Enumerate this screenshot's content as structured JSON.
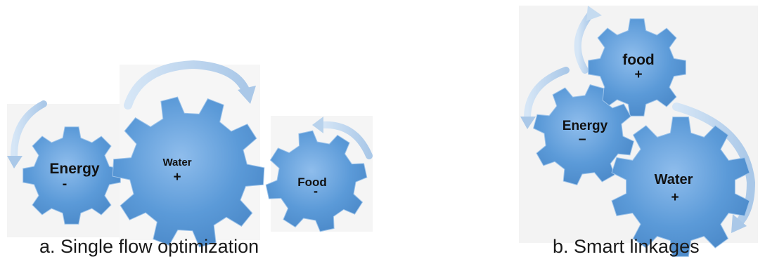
{
  "panel_a": {
    "gears": [
      {
        "label": "Energy",
        "sign": "-"
      },
      {
        "label": "Water",
        "sign": "+"
      },
      {
        "label": "Food",
        "sign": "-"
      }
    ],
    "caption": "a. Single flow optimization"
  },
  "panel_b": {
    "gears": [
      {
        "label": "food",
        "sign": "+"
      },
      {
        "label": "Energy",
        "sign": "−"
      },
      {
        "label": "Water",
        "sign": "+"
      }
    ],
    "caption": "b. Smart linkages"
  },
  "colors": {
    "gear": "#5b9ad8",
    "gear_light": "#a9cdf0",
    "arrow": "#c5dbf0",
    "panel_bg": "#f3f3f3"
  }
}
